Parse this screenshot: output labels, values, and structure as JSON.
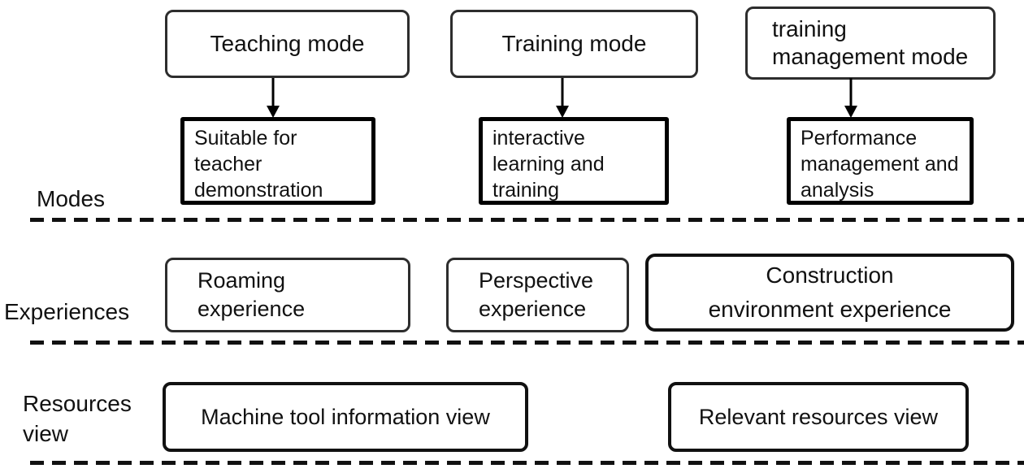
{
  "figure": {
    "row_labels": {
      "modes": "Modes",
      "experiences": "Experiences",
      "resources": "Resources view"
    },
    "modes": [
      {
        "title": "Teaching mode",
        "detail": "Suitable for\nteacher\ndemonstration"
      },
      {
        "title": "Training mode",
        "detail": "interactive\nlearning and\ntraining"
      },
      {
        "title": "training\nmanagement mode",
        "detail": "Performance\nmanagement and\nanalysis"
      }
    ],
    "experiences": [
      "Roaming\nexperience",
      "Perspective\nexperience",
      "Construction\nenvironment experience"
    ],
    "resources": [
      "Machine tool information view",
      "Relevant resources view"
    ],
    "colors": {
      "line": "#000000",
      "thin_border": "#2d2d2d",
      "background": "#ffffff"
    }
  }
}
